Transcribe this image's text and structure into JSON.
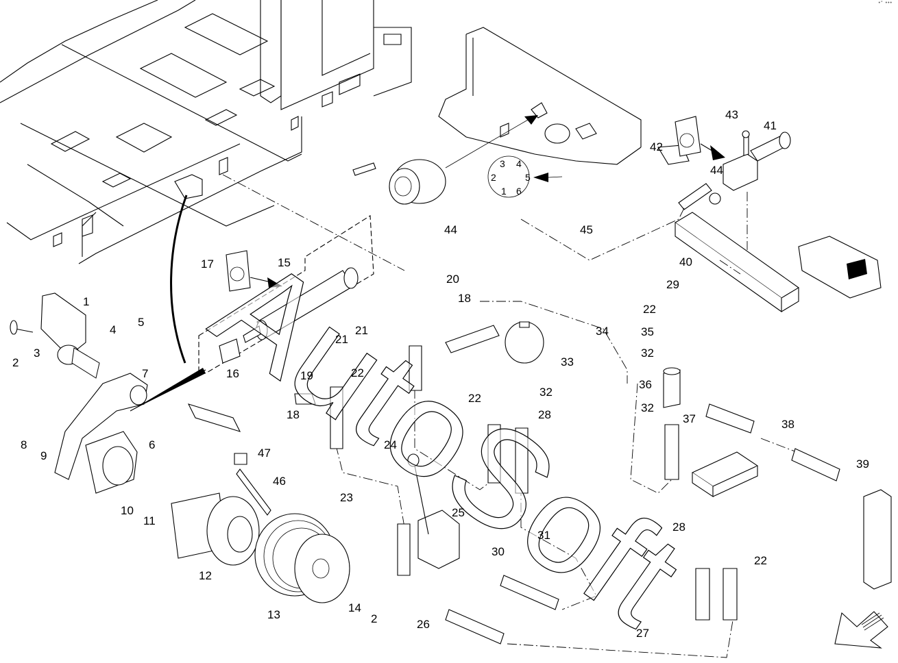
{
  "diagram": {
    "type": "exploded-parts-view",
    "watermark": "AutoSoft",
    "corner_mark": "•° •••",
    "orientation_arrow": "direction-arrow-down-left",
    "connector_dial": {
      "pins": [
        "1",
        "2",
        "3",
        "4",
        "5",
        "6"
      ],
      "highlighted_pin": "5"
    },
    "callouts": [
      {
        "id": "c1",
        "label": "1"
      },
      {
        "id": "c2a",
        "label": "2"
      },
      {
        "id": "c2b",
        "label": "2"
      },
      {
        "id": "c3",
        "label": "3"
      },
      {
        "id": "c4",
        "label": "4"
      },
      {
        "id": "c5",
        "label": "5"
      },
      {
        "id": "c6",
        "label": "6"
      },
      {
        "id": "c7",
        "label": "7"
      },
      {
        "id": "c8",
        "label": "8"
      },
      {
        "id": "c9",
        "label": "9"
      },
      {
        "id": "c10",
        "label": "10"
      },
      {
        "id": "c11",
        "label": "11"
      },
      {
        "id": "c12",
        "label": "12"
      },
      {
        "id": "c13",
        "label": "13"
      },
      {
        "id": "c14",
        "label": "14"
      },
      {
        "id": "c15",
        "label": "15"
      },
      {
        "id": "c16",
        "label": "16"
      },
      {
        "id": "c17",
        "label": "17"
      },
      {
        "id": "c18a",
        "label": "18"
      },
      {
        "id": "c18b",
        "label": "18"
      },
      {
        "id": "c19",
        "label": "19"
      },
      {
        "id": "c20",
        "label": "20"
      },
      {
        "id": "c21a",
        "label": "21"
      },
      {
        "id": "c21b",
        "label": "21"
      },
      {
        "id": "c22a",
        "label": "22"
      },
      {
        "id": "c22b",
        "label": "22"
      },
      {
        "id": "c22c",
        "label": "22"
      },
      {
        "id": "c22d",
        "label": "22"
      },
      {
        "id": "c23",
        "label": "23"
      },
      {
        "id": "c24",
        "label": "24"
      },
      {
        "id": "c25",
        "label": "25"
      },
      {
        "id": "c26",
        "label": "26"
      },
      {
        "id": "c27",
        "label": "27"
      },
      {
        "id": "c28a",
        "label": "28"
      },
      {
        "id": "c28b",
        "label": "28"
      },
      {
        "id": "c29",
        "label": "29"
      },
      {
        "id": "c30",
        "label": "30"
      },
      {
        "id": "c31",
        "label": "31"
      },
      {
        "id": "c32a",
        "label": "32"
      },
      {
        "id": "c32b",
        "label": "32"
      },
      {
        "id": "c32c",
        "label": "32"
      },
      {
        "id": "c33",
        "label": "33"
      },
      {
        "id": "c34",
        "label": "34"
      },
      {
        "id": "c35",
        "label": "35"
      },
      {
        "id": "c36",
        "label": "36"
      },
      {
        "id": "c37",
        "label": "37"
      },
      {
        "id": "c38",
        "label": "38"
      },
      {
        "id": "c39",
        "label": "39"
      },
      {
        "id": "c40",
        "label": "40"
      },
      {
        "id": "c41",
        "label": "41"
      },
      {
        "id": "c42",
        "label": "42"
      },
      {
        "id": "c43",
        "label": "43"
      },
      {
        "id": "c44a",
        "label": "44"
      },
      {
        "id": "c44b",
        "label": "44"
      },
      {
        "id": "c45",
        "label": "45"
      },
      {
        "id": "c46",
        "label": "46"
      },
      {
        "id": "c47",
        "label": "47"
      }
    ]
  }
}
